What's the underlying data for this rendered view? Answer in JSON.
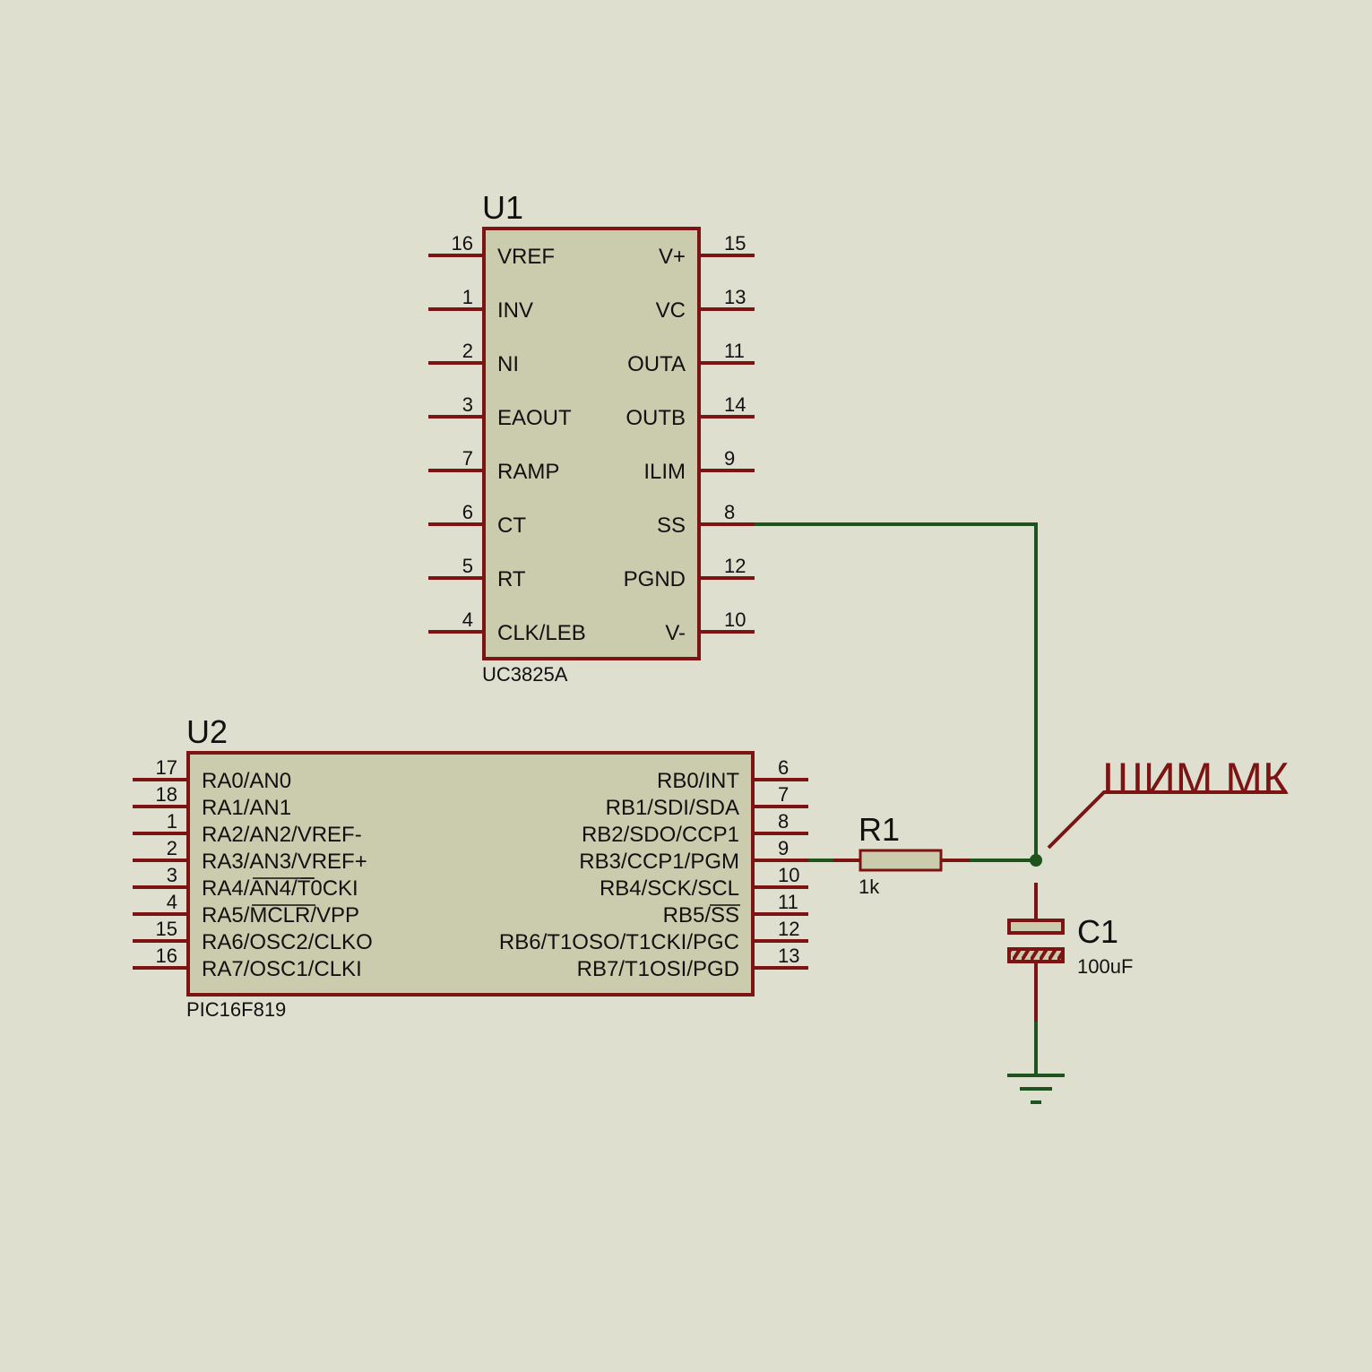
{
  "colors": {
    "background": "#dfdfd0",
    "component_body": "#cbcbae",
    "component_outline": "#7c1414",
    "wire": "#1e531e",
    "net_label": "#7c1414"
  },
  "u1": {
    "ref": "U1",
    "part": "UC3825A",
    "left_pins": [
      {
        "num": "16",
        "name": "VREF"
      },
      {
        "num": "1",
        "name": "INV"
      },
      {
        "num": "2",
        "name": "NI"
      },
      {
        "num": "3",
        "name": "EAOUT"
      },
      {
        "num": "7",
        "name": "RAMP"
      },
      {
        "num": "6",
        "name": "CT"
      },
      {
        "num": "5",
        "name": "RT"
      },
      {
        "num": "4",
        "name": "CLK/LEB"
      }
    ],
    "right_pins": [
      {
        "num": "15",
        "name": "V+"
      },
      {
        "num": "13",
        "name": "VC"
      },
      {
        "num": "11",
        "name": "OUTA"
      },
      {
        "num": "14",
        "name": "OUTB"
      },
      {
        "num": "9",
        "name": "ILIM"
      },
      {
        "num": "8",
        "name": "SS"
      },
      {
        "num": "12",
        "name": "PGND"
      },
      {
        "num": "10",
        "name": "V-"
      }
    ]
  },
  "u2": {
    "ref": "U2",
    "part": "PIC16F819",
    "left_pins": [
      {
        "num": "17",
        "name": "RA0/AN0"
      },
      {
        "num": "18",
        "name": "RA1/AN1"
      },
      {
        "num": "1",
        "name": "RA2/AN2/VREF-"
      },
      {
        "num": "2",
        "name": "RA3/AN3/VREF+"
      },
      {
        "num": "3",
        "name": "RA4/AN4/T0CKI"
      },
      {
        "num": "4",
        "name": "RA5/MCLR/VPP"
      },
      {
        "num": "15",
        "name": "RA6/OSC2/CLKO"
      },
      {
        "num": "16",
        "name": "RA7/OSC1/CLKI"
      }
    ],
    "right_pins": [
      {
        "num": "6",
        "name": "RB0/INT"
      },
      {
        "num": "7",
        "name": "RB1/SDI/SDA"
      },
      {
        "num": "8",
        "name": "RB2/SDO/CCP1"
      },
      {
        "num": "9",
        "name": "RB3/CCP1/PGM"
      },
      {
        "num": "10",
        "name": "RB4/SCK/SCL"
      },
      {
        "num": "11",
        "name": "RB5/SS"
      },
      {
        "num": "12",
        "name": "RB6/T1OSO/T1CKI/PGC"
      },
      {
        "num": "13",
        "name": "RB7/T1OSI/PGD"
      }
    ]
  },
  "r1": {
    "ref": "R1",
    "value": "1k"
  },
  "c1": {
    "ref": "C1",
    "value": "100uF"
  },
  "net_label": "ШИМ МК"
}
